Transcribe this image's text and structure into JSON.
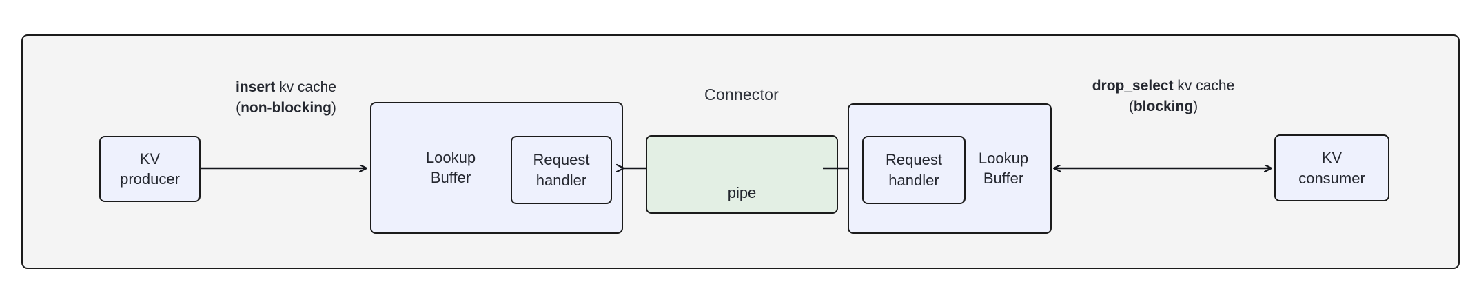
{
  "diagram": {
    "title": "Connector",
    "container": {
      "label": "Connector",
      "fill": "#f4f4f4",
      "stroke": "#1b1b1b"
    },
    "palette": {
      "node_blue": "#eef1fd",
      "node_green": "#e3efe4",
      "stroke": "#1b1b1b",
      "text": "#24272f",
      "canvas": "#ffffff"
    },
    "nodes": {
      "kv_producer": {
        "label": "KV\nproducer",
        "fill": "#eef1fd"
      },
      "kv_consumer": {
        "label": "KV\nconsumer",
        "fill": "#eef1fd"
      },
      "lookup_buffer_left": {
        "label": "Lookup\nBuffer",
        "fill": "#eef1fd"
      },
      "lookup_buffer_right": {
        "label": "Lookup\nBuffer",
        "fill": "#eef1fd"
      },
      "request_handler_left": {
        "label": "Request\nhandler",
        "fill": "#eef1fd"
      },
      "request_handler_right": {
        "label": "Request\nhandler",
        "fill": "#eef1fd"
      },
      "pipe": {
        "label": "pipe",
        "fill": "#e3efe4"
      }
    },
    "edges": {
      "insert": {
        "line1_bold": "insert",
        "line1_rest": " kv cache",
        "line2_open": "(",
        "line2_bold": "non-blocking",
        "line2_close": ")",
        "direction": "right"
      },
      "drop_select": {
        "line1_bold": "drop_select",
        "line1_rest": " kv cache",
        "line2_open": "(",
        "line2_bold": "blocking",
        "line2_close": ")",
        "direction": "both"
      },
      "pipe_to_left_buffer": {
        "direction": "left"
      },
      "pipe_to_right_buffer": {
        "direction": "right"
      }
    }
  }
}
